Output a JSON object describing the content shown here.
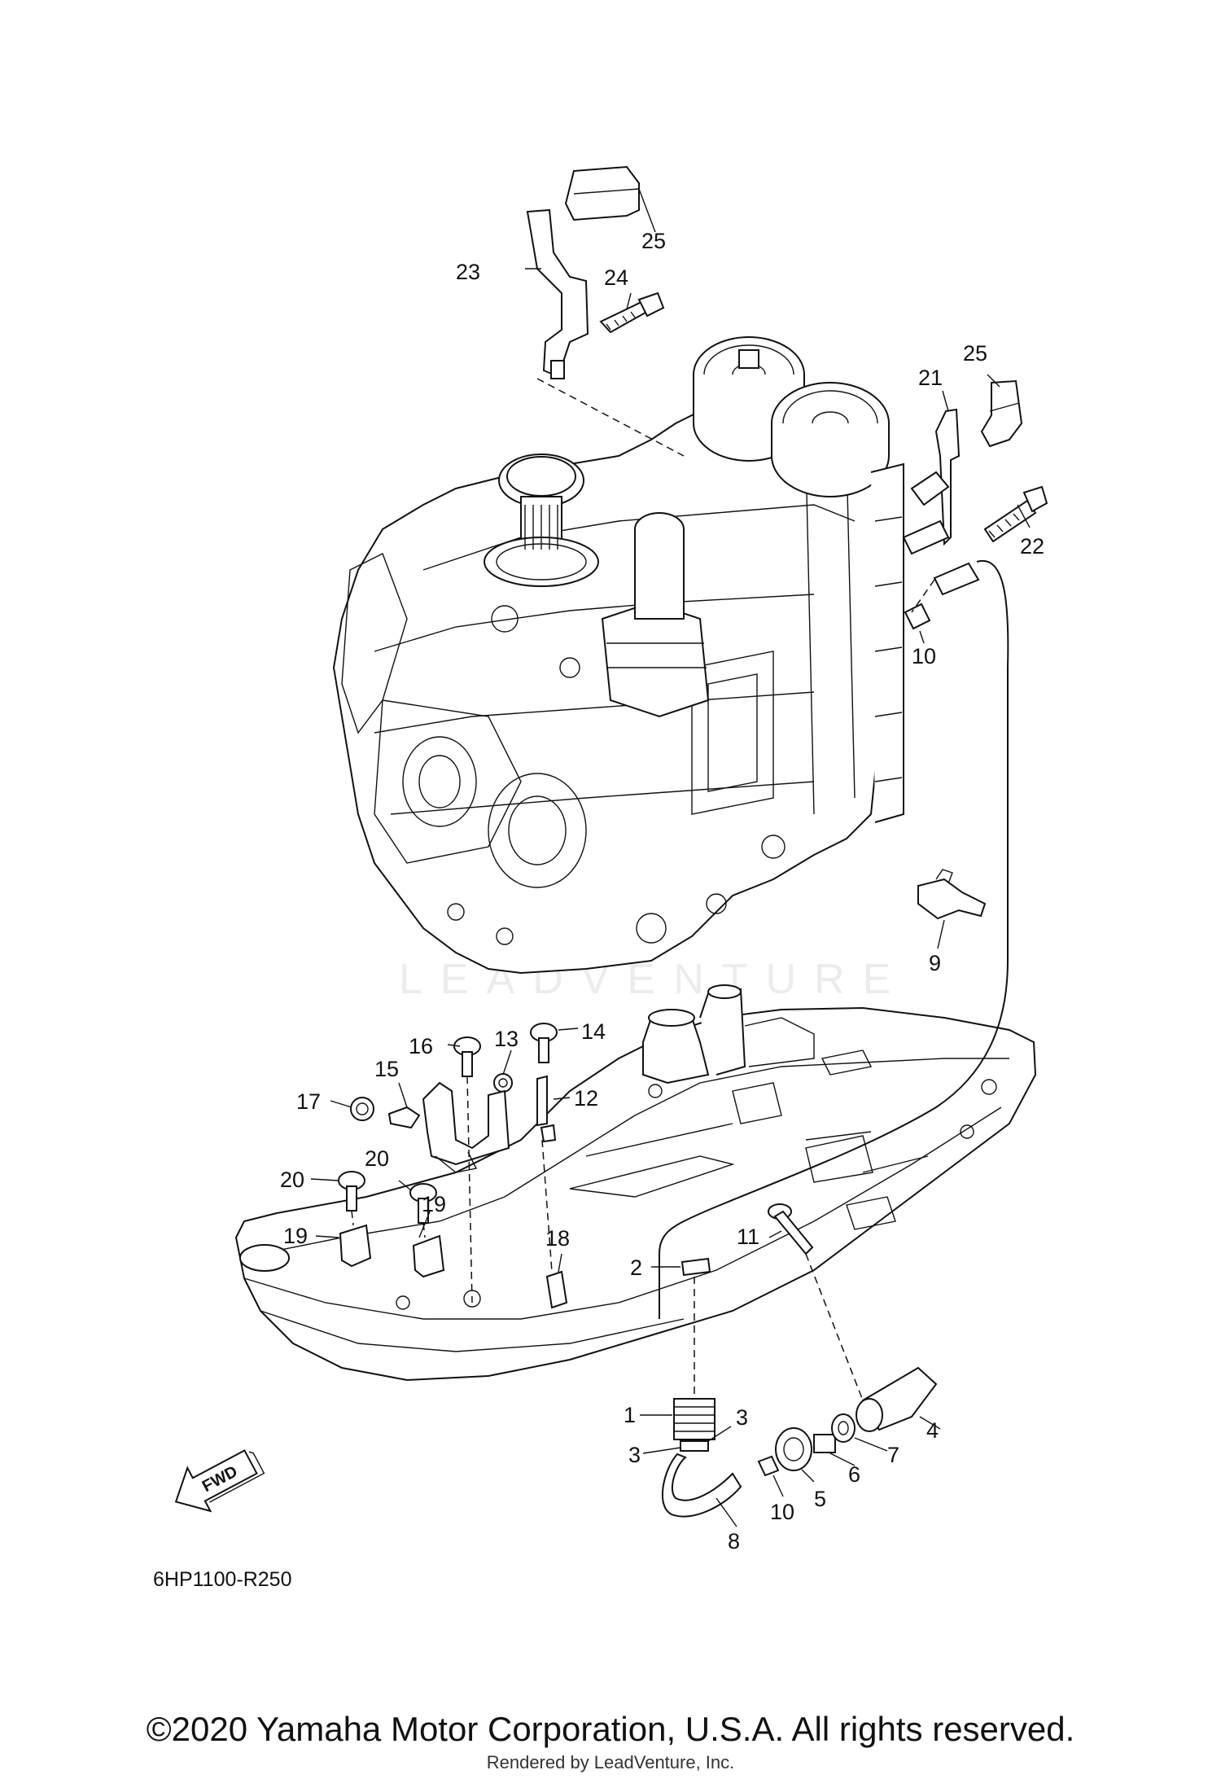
{
  "diagram": {
    "code": "6HP1100-R250",
    "fwd_label": "FWD",
    "watermark": "LEADVENTURE",
    "callouts": [
      {
        "id": "c25a",
        "label": "25"
      },
      {
        "id": "c23",
        "label": "23"
      },
      {
        "id": "c24",
        "label": "24"
      },
      {
        "id": "c25b",
        "label": "25"
      },
      {
        "id": "c21",
        "label": "21"
      },
      {
        "id": "c22",
        "label": "22"
      },
      {
        "id": "c10a",
        "label": "10"
      },
      {
        "id": "c9",
        "label": "9"
      },
      {
        "id": "c16",
        "label": "16"
      },
      {
        "id": "c13",
        "label": "13"
      },
      {
        "id": "c14",
        "label": "14"
      },
      {
        "id": "c15",
        "label": "15"
      },
      {
        "id": "c17",
        "label": "17"
      },
      {
        "id": "c12",
        "label": "12"
      },
      {
        "id": "c20a",
        "label": "20"
      },
      {
        "id": "c20b",
        "label": "20"
      },
      {
        "id": "c19a",
        "label": "19"
      },
      {
        "id": "c19b",
        "label": "19"
      },
      {
        "id": "c18",
        "label": "18"
      },
      {
        "id": "c11",
        "label": "11"
      },
      {
        "id": "c2",
        "label": "2"
      },
      {
        "id": "c1",
        "label": "1"
      },
      {
        "id": "c3a",
        "label": "3"
      },
      {
        "id": "c3b",
        "label": "3"
      },
      {
        "id": "c4",
        "label": "4"
      },
      {
        "id": "c7",
        "label": "7"
      },
      {
        "id": "c6",
        "label": "6"
      },
      {
        "id": "c5",
        "label": "5"
      },
      {
        "id": "c10b",
        "label": "10"
      },
      {
        "id": "c8",
        "label": "8"
      }
    ]
  },
  "footer": {
    "copyright": "©2020 Yamaha Motor Corporation, U.S.A. All rights reserved.",
    "rendered_by": "Rendered by LeadVenture, Inc."
  }
}
